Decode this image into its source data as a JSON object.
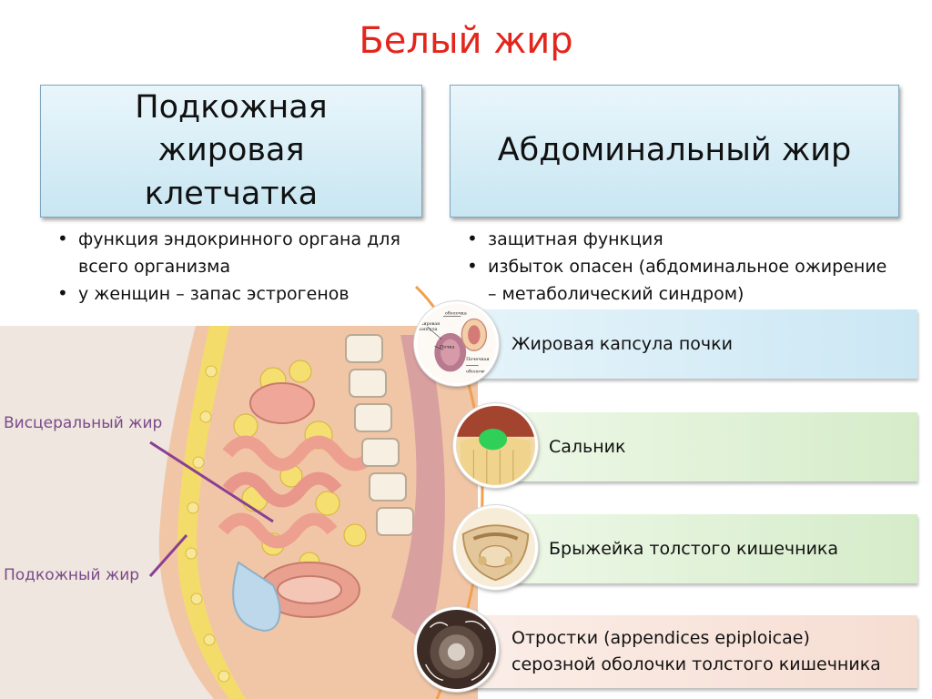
{
  "title": "Белый жир",
  "left_box": {
    "heading": "Подкожная жировая клетчатка",
    "bullets": [
      "функция эндокринного органа для всего организма",
      "у женщин – запас эстрогенов"
    ]
  },
  "right_box": {
    "heading": "Абдоминальный жир",
    "bullets": [
      "защитная функция",
      "избыток опасен (абдоминальное ожирение – метаболический синдром)"
    ]
  },
  "illustration": {
    "visceral_label": "Висцеральный жир",
    "subcutaneous_label": "Подкожный жир"
  },
  "kidney_image_labels": {
    "top": "оболочка",
    "right1": "Жировая",
    "right2": "капсула",
    "left": "Почка",
    "bottom1": "Почечная",
    "bottom2": "оболочка"
  },
  "depots": [
    {
      "label": "Жировая капсула почки"
    },
    {
      "label": "Сальник"
    },
    {
      "label": "Брыжейка толстого кишечника"
    },
    {
      "label_line1": "Отростки (appendices epiploicae)",
      "label_line2": "серозной оболочки толстого кишечника"
    }
  ],
  "colors": {
    "title": "#e3261c",
    "timeline_line": "#f0a050",
    "label_purple": "#7a4a8a",
    "box_blue": "#c8e6f2",
    "band_blue": "#cbe7f4",
    "band_green": "#d5ecc9",
    "band_pink": "#f6ddd2"
  }
}
